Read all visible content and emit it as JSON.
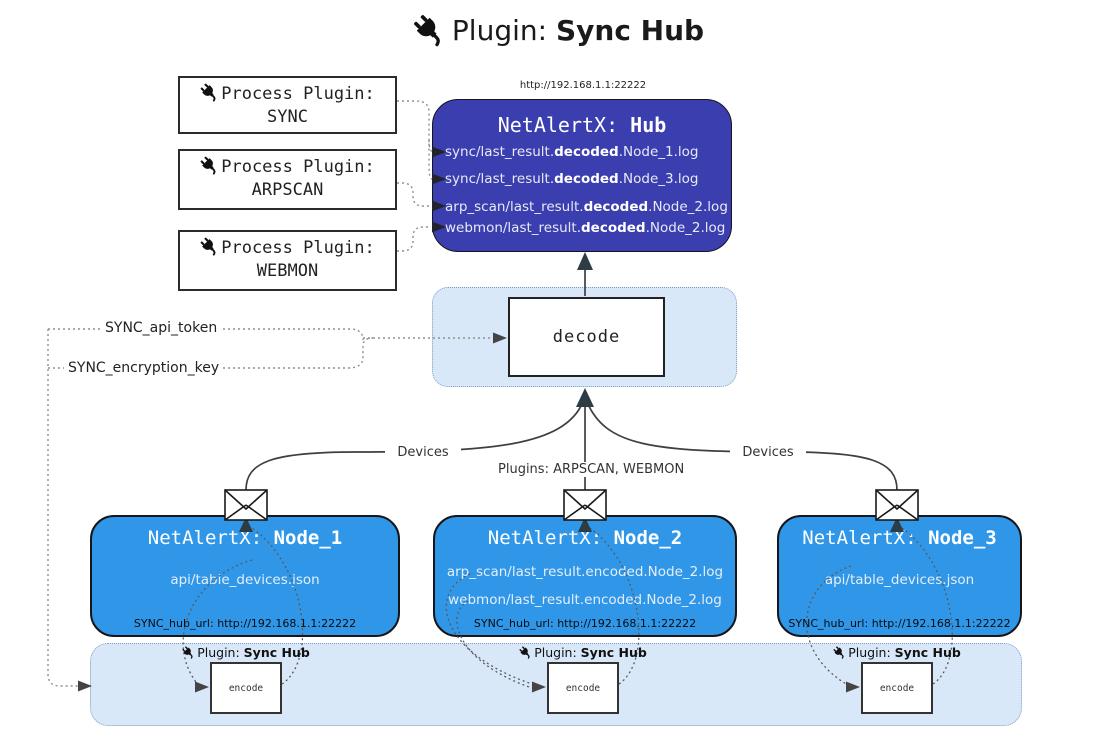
{
  "title": {
    "prefix": "Plugin:",
    "bold": "Sync Hub"
  },
  "icons": {
    "title": "plug-icon",
    "process_plugin": "plug-icon",
    "encoder": "plug-icon",
    "message": "envelope-icon"
  },
  "process_plugins": [
    {
      "label": "Process Plugin:",
      "name": "SYNC"
    },
    {
      "label": "Process Plugin:",
      "name": "ARPSCAN"
    },
    {
      "label": "Process Plugin:",
      "name": "WEBMON"
    }
  ],
  "hub": {
    "url": "http://192.168.1.1:22222",
    "name_prefix": "NetAlertX:",
    "name_bold": "Hub",
    "files": [
      {
        "pre": "sync/last_result.",
        "bold": "decoded",
        "post": ".Node_1.log"
      },
      {
        "pre": "sync/last_result.",
        "bold": "decoded",
        "post": ".Node_3.log"
      },
      {
        "pre": "arp_scan/last_result.",
        "bold": "decoded",
        "post": ".Node_2.log"
      },
      {
        "pre": "webmon/last_result.",
        "bold": "decoded",
        "post": ".Node_2.log"
      }
    ]
  },
  "decode": {
    "label": "decode"
  },
  "config": {
    "api_token": "SYNC_api_token",
    "encryption_key": "SYNC_encryption_key"
  },
  "edges": {
    "devices_left": "Devices",
    "devices_right": "Devices",
    "plugins_center": "Plugins: ARPSCAN, WEBMON"
  },
  "nodes": [
    {
      "name_prefix": "NetAlertX:",
      "name_bold": "Node_1",
      "files": [
        "api/table_devices.json"
      ],
      "hub_url": "SYNC_hub_url: http://192.168.1.1:22222"
    },
    {
      "name_prefix": "NetAlertX:",
      "name_bold": "Node_2",
      "files": [
        "arp_scan/last_result.encoded.Node_2.log",
        "webmon/last_result.encoded.Node_2.log"
      ],
      "hub_url": "SYNC_hub_url: http://192.168.1.1:22222"
    },
    {
      "name_prefix": "NetAlertX:",
      "name_bold": "Node_3",
      "files": [
        "api/table_devices.json"
      ],
      "hub_url": "SYNC_hub_url: http://192.168.1.1:22222"
    }
  ],
  "encoders": [
    {
      "plugin_prefix": "Plugin:",
      "plugin_bold": "Sync Hub",
      "label": "encode"
    },
    {
      "plugin_prefix": "Plugin:",
      "plugin_bold": "Sync Hub",
      "label": "encode"
    },
    {
      "plugin_prefix": "Plugin:",
      "plugin_bold": "Sync Hub",
      "label": "encode"
    }
  ],
  "colors": {
    "hub_fill": "#3b3eae",
    "node_fill": "#2f96e8",
    "panel_fill": "#d8e8f9",
    "panel_border": "#7e9fc6",
    "arrow_dark": "#2e3c46"
  }
}
